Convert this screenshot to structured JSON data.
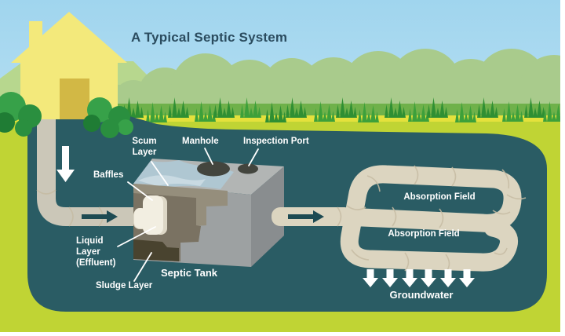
{
  "title": "A Typical Septic System",
  "labels": {
    "scum_layer": "Scum\nLayer",
    "manhole": "Manhole",
    "inspection_port": "Inspection Port",
    "baffles": "Baffles",
    "liquid_layer": "Liquid\nLayer\n(Effluent)",
    "sludge_layer": "Sludge Layer",
    "septic_tank": "Septic Tank",
    "absorption_field_upper": "Absorption Field",
    "absorption_field_lower": "Absorption Field",
    "groundwater": "Groundwater"
  },
  "colors": {
    "sky_top": "#a0d5ee",
    "sky_bottom": "#d9eef9",
    "treeline": "#a9cb8c",
    "hill": "#b7d78e",
    "grass_band": "#6fb14a",
    "grass_blade": "#3da03a",
    "grass_blade_dark": "#2f8f33",
    "yellow_strip": "#e4e13c",
    "lime": "#c0d434",
    "underground": "#2a5c64",
    "house": "#f3e97b",
    "door": "#d2b845",
    "bush_light": "#37a149",
    "bush_mid": "#2a8f3f",
    "bush_dark": "#1f7c34",
    "pipe_house": "#cbc7b8",
    "pipe": "#dcd5c0",
    "pipe_seam": "#c6bba2",
    "tank_top": "#b2b5b4",
    "tank_front": "#9da1a2",
    "tank_right": "#898d8f",
    "scum": "#afc7d2",
    "scum_light": "#c9dae2",
    "interior": "#958e7c",
    "liquid": "#7a7262",
    "sludge": "#49432f",
    "baffle": "#f2eee1",
    "baffle_shade": "#ddd7c6",
    "opening": "#43453e",
    "arrow_teal": "#1d4a52",
    "white": "#ffffff",
    "title": "#2b4c5f"
  }
}
